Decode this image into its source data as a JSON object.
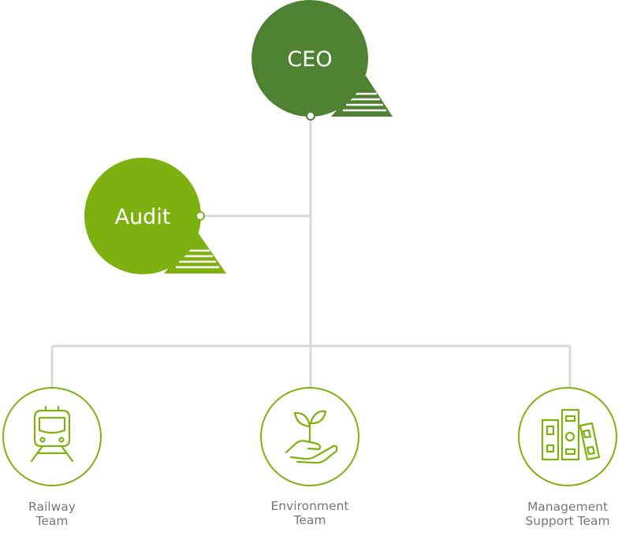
{
  "colors": {
    "ceo": "#4f8133",
    "audit": "#7db10f",
    "connector": "#d9d9d9",
    "team_ring": "#7db10f",
    "team_label": "#777777"
  },
  "ceo": {
    "label": "CEO"
  },
  "audit": {
    "label": "Audit"
  },
  "teams": [
    {
      "line1": "Railway",
      "line2": "Team",
      "icon": "train-icon"
    },
    {
      "line1": "Environment",
      "line2": "Team",
      "icon": "sprout-hand-icon"
    },
    {
      "line1": "Management",
      "line2": "Support Team",
      "icon": "binders-icon"
    }
  ]
}
